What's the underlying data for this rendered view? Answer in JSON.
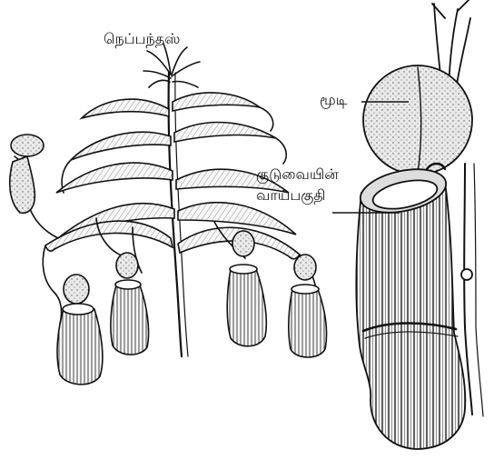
{
  "labels": {
    "plant": "நெப்பந்தஸ்",
    "lid": "மூடி",
    "mouth_line1": "குடுவையின்",
    "mouth_line2": "வாய்பகுதி"
  }
}
